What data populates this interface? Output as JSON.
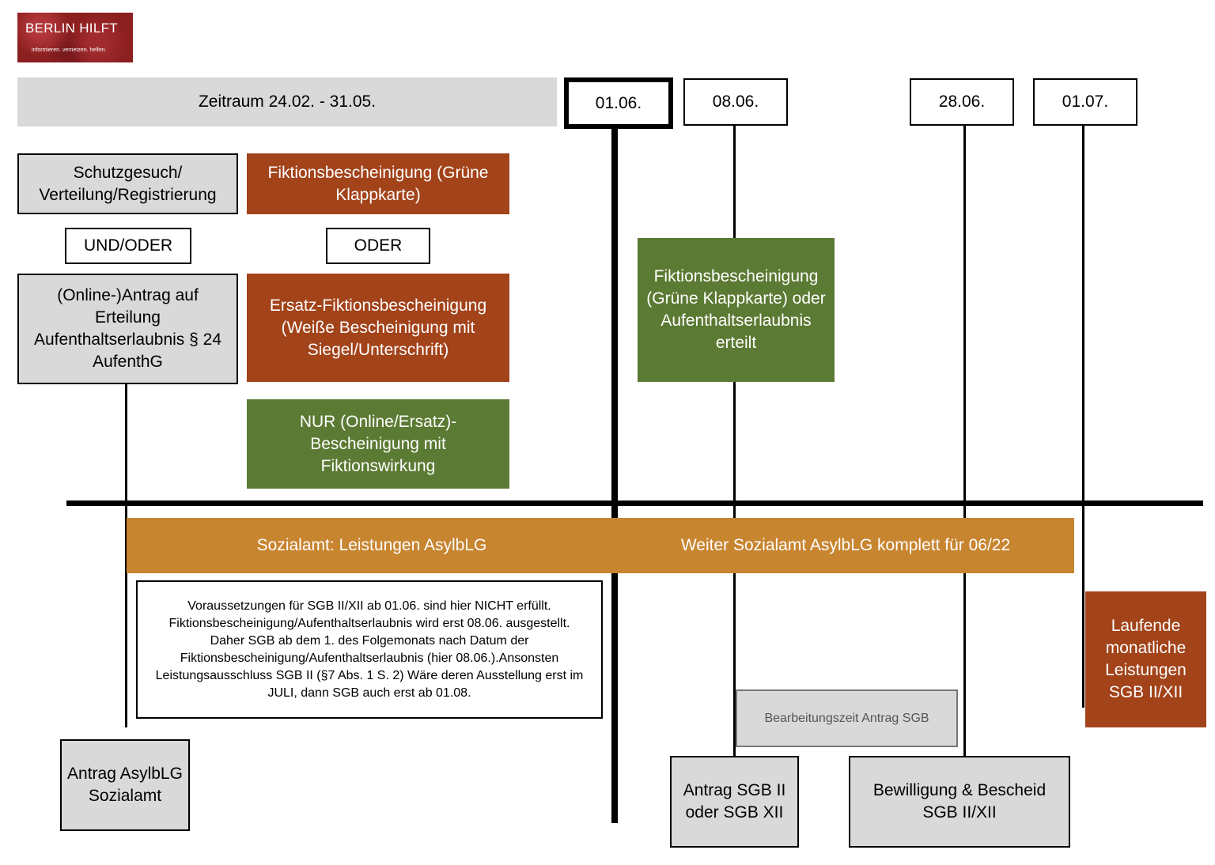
{
  "logo": {
    "title": "BERLIN HILFT",
    "tagline": "informieren. vernetzen. helfen."
  },
  "period": {
    "label": "Zeitraum 24.02. - 31.05."
  },
  "dates": {
    "d1": "01.06.",
    "d2": "08.06.",
    "d3": "28.06.",
    "d4": "01.07."
  },
  "left": {
    "schutz": "Schutzgesuch/ Verteilung/Registrierung",
    "undoder": "UND/ODER",
    "antrag": "(Online-)Antrag auf Erteilung Aufenthaltserlaubnis § 24 AufenthG"
  },
  "middle": {
    "fiktion": "Fiktionsbescheinigung (Grüne Klappkarte)",
    "oder": "ODER",
    "ersatz": "Ersatz-Fiktionsbescheinigung (Weiße Bescheinigung mit Siegel/Unterschrift)",
    "nur": "NUR (Online/Ersatz)- Bescheinigung mit Fiktionswirkung"
  },
  "green_right": "Fiktionsbescheinigung (Grüne Klappkarte) oder Aufenthaltserlaubnis erteilt",
  "bar1": "Sozialamt: Leistungen AsylbLG",
  "bar2": "Weiter Sozialamt AsylbLG komplett für 06/22",
  "note": "Voraussetzungen für SGB II/XII ab 01.06. sind hier NICHT erfüllt. Fiktionsbescheinigung/Aufenthaltserlaubnis wird erst 08.06. ausgestellt. Daher SGB ab dem 1. des Folgemonats nach Datum der Fiktionsbescheinigung/Aufenthaltserlaubnis (hier 08.06.).Ansonsten Leistungsausschluss SGB II (§7 Abs. 1 S. 2) Wäre deren Ausstellung erst im JULI, dann SGB auch erst ab 01.08.",
  "laufende": "Laufende monatliche Leistungen SGB II/XII",
  "bearbeitung": "Bearbeitungszeit Antrag SGB",
  "antrag_asyl": "Antrag AsylbLG Sozialamt",
  "antrag_sgb": "Antrag SGB II oder SGB XII",
  "bewilligung": "Bewilligung & Bescheid SGB II/XII",
  "colors": {
    "rust": "#a3431a",
    "green": "#5b7a33",
    "ochre": "#c88530",
    "gray": "#d9d9d9"
  }
}
